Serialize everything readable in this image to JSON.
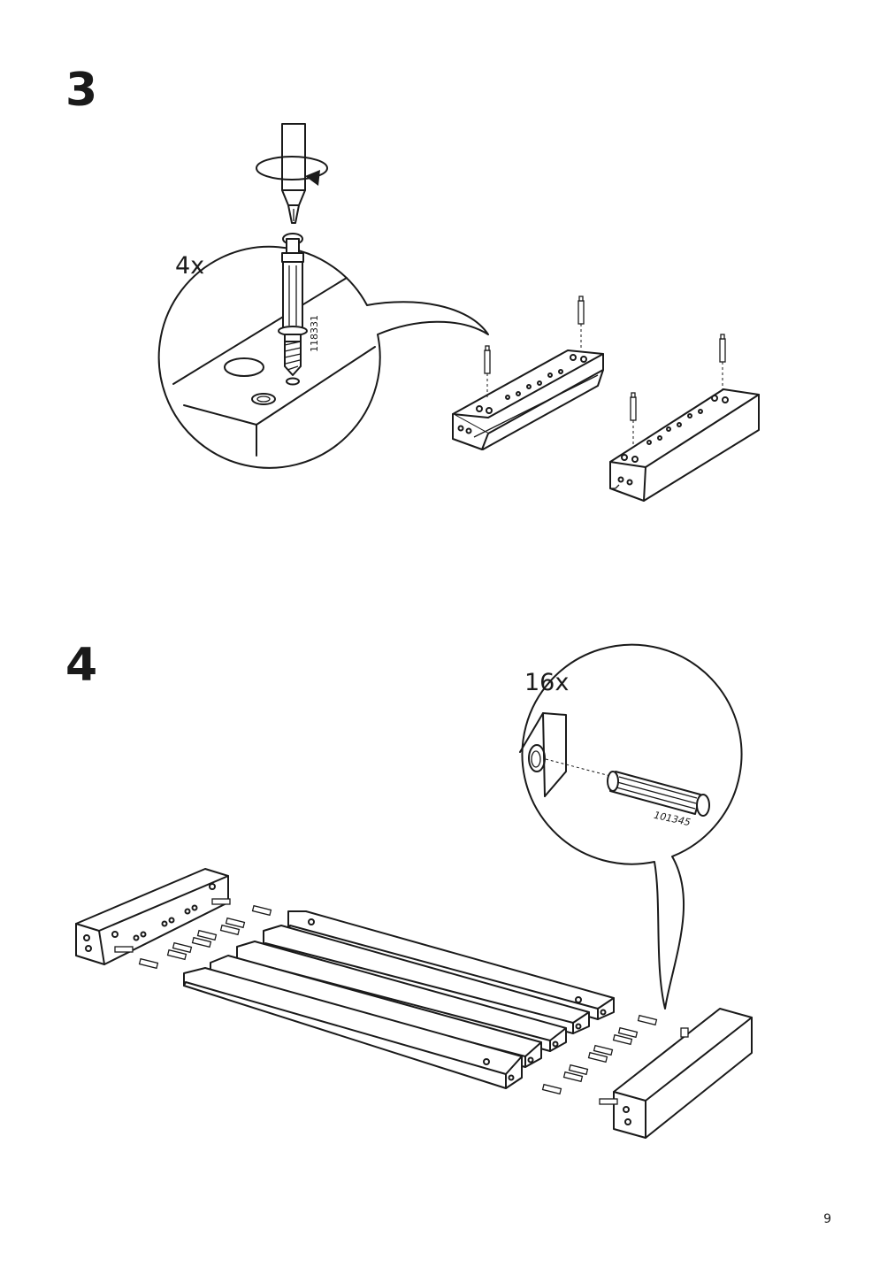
{
  "steps": [
    {
      "number": "3",
      "quantity": "4x",
      "part_number": "118331"
    },
    {
      "number": "4",
      "quantity": "16x",
      "part_number": "101345"
    }
  ],
  "page_number": "9"
}
